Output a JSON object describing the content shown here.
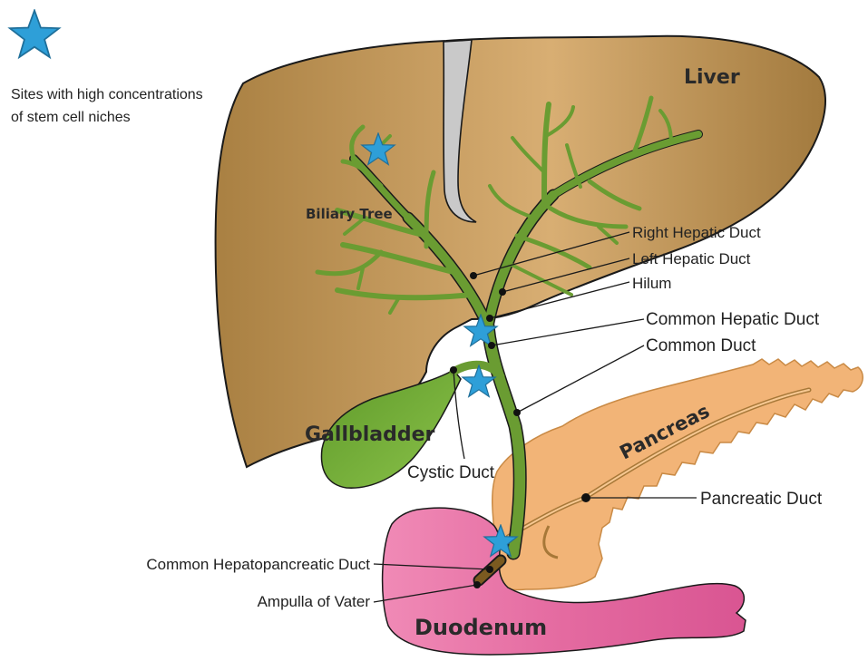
{
  "legend": {
    "icon": "star-icon",
    "line1": "Sites with high concentrations",
    "line2": "of stem cell niches"
  },
  "organs": {
    "liver": "Liver",
    "gallbladder": "Gallbladder",
    "pancreas": "Pancreas",
    "duodenum": "Duodenum"
  },
  "labels": {
    "biliary_tree": "Biliary Tree",
    "right_hepatic_duct": "Right Hepatic Duct",
    "left_hepatic_duct": "Left Hepatic Duct",
    "hilum": "Hilum",
    "common_hepatic_duct": "Common Hepatic Duct",
    "common_duct": "Common Duct",
    "cystic_duct": "Cystic Duct",
    "pancreatic_duct": "Pancreatic Duct",
    "common_hepatopancreatic_duct": "Common Hepatopancreatic Duct",
    "ampulla_of_vater": "Ampulla of Vater"
  },
  "colors": {
    "liver": "#b38a4a",
    "liver_highlight": "#dcb27a",
    "biliary": "#6a9c32",
    "gallbladder": "#72a83a",
    "pancreas": "#f2b477",
    "duodenum": "#e673a6",
    "star": "#2e9fd8",
    "ligament": "#c9c9c9"
  }
}
